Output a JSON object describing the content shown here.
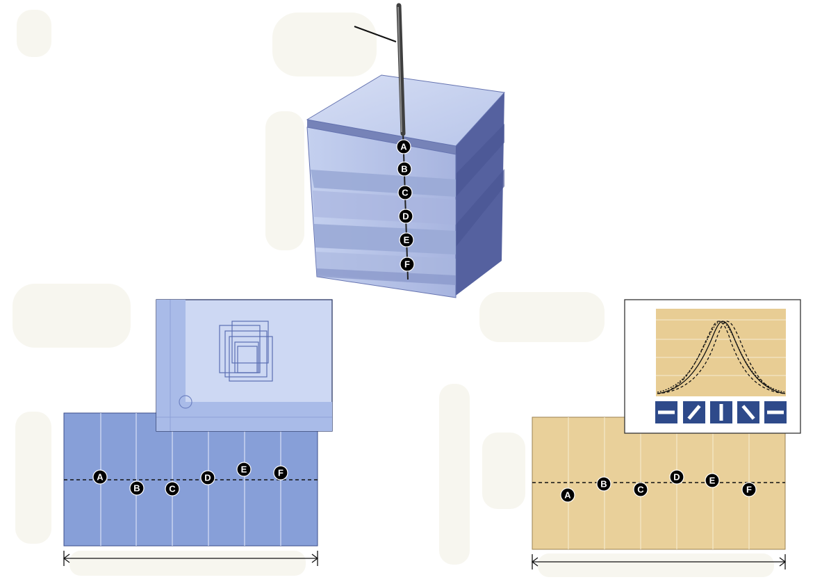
{
  "electrode_markers": [
    "A",
    "B",
    "C",
    "D",
    "E",
    "F"
  ],
  "colors": {
    "column_blue_light": "#b7c4e6",
    "column_blue_mid": "#9aaad6",
    "column_side": "#5b6aa8",
    "column_top": "#c9d4ef",
    "blue_panel": "#879fd8",
    "blue_inset_bg": "#cdd8f3",
    "tan_panel": "#e9d09a",
    "tan_inset_bg": "#e8cd94",
    "icon_box": "#2e4a8a",
    "marker_fill": "#000000",
    "marker_text": "#ffffff",
    "faded_label_blob": "#f7f6ef"
  },
  "orientation_icons": [
    "horizontal-bar-icon",
    "diagonal-up-bar-icon",
    "vertical-bar-icon",
    "diagonal-down-bar-icon",
    "horizontal-bar-icon"
  ]
}
